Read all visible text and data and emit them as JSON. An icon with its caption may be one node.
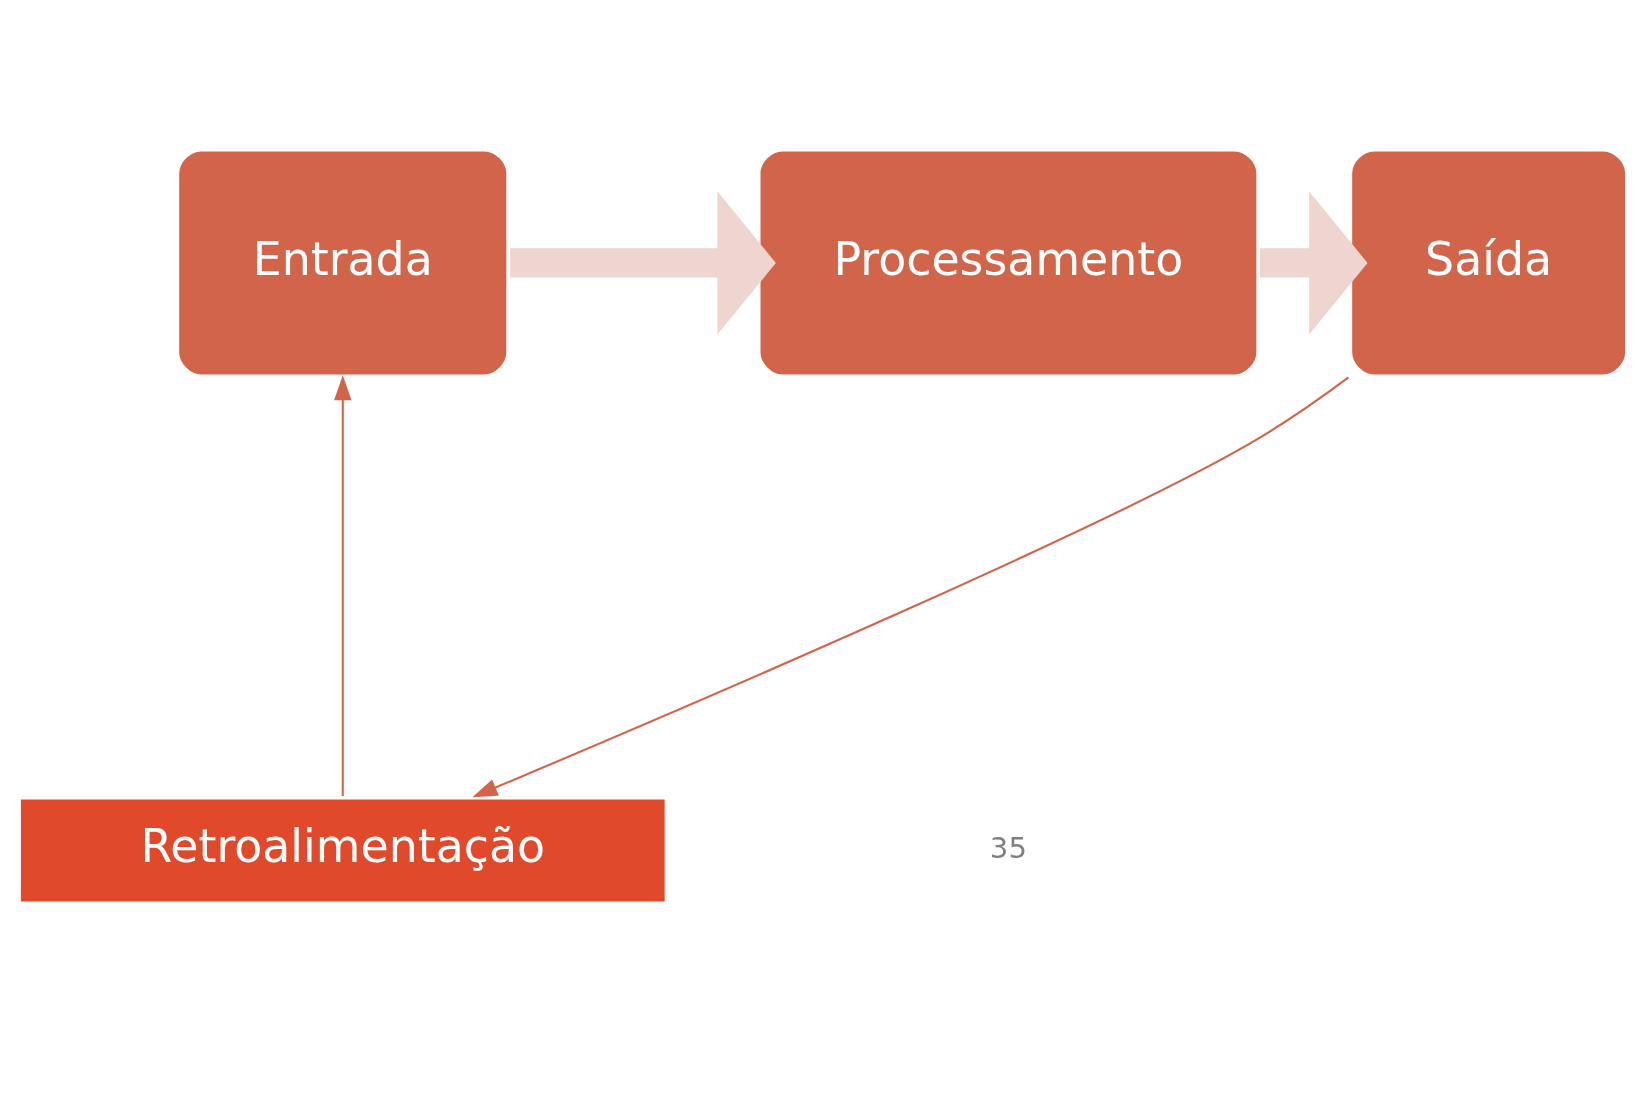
{
  "diagram": {
    "nodes": [
      {
        "text": [
          "Entrada"
        ]
      },
      {
        "text": [
          "Processamento"
        ]
      },
      {
        "text": [
          "Saída"
        ]
      },
      {
        "text": [
          "Retroalimentação"
        ]
      }
    ],
    "edges": [
      {
        "from": 0,
        "to": 1,
        "arrow": "to",
        "style": "thick",
        "color": "#efd5d0"
      },
      {
        "from": 1,
        "to": 2,
        "arrow": "to",
        "style": "thick",
        "color": "#efd5d0"
      },
      {
        "from": 2,
        "to": 3,
        "arrow": "to",
        "color": "#d2644a"
      },
      {
        "from": 3,
        "to": 0,
        "arrow": "to",
        "color": "#d2644a"
      }
    ],
    "labels": [
      "35"
    ]
  }
}
